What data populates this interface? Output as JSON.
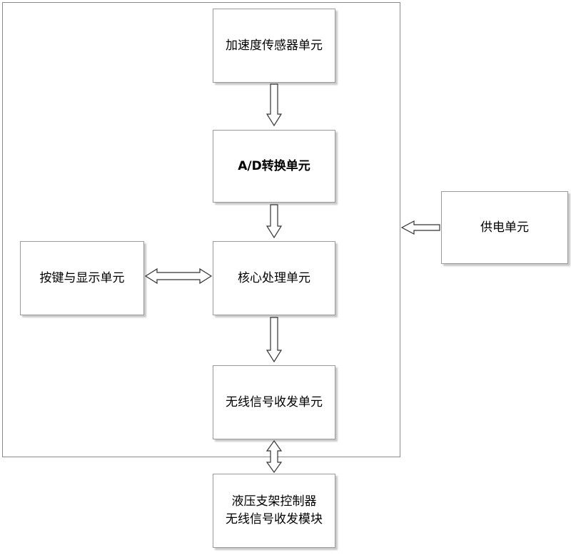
{
  "nodes": {
    "accel_sensor": "加速度传感器单元",
    "ad_converter": "A/D转换单元",
    "power_supply": "供电单元",
    "keypad_display": "按键与显示单元",
    "core_processor": "核心处理单元",
    "wireless_transceiver": "无线信号收发单元",
    "hydraulic_controller": "液压支架控制器\n无线信号收发模块"
  },
  "colors": {
    "border": "#9a9a9a",
    "arrow_stroke": "#333333",
    "background": "#ffffff"
  }
}
